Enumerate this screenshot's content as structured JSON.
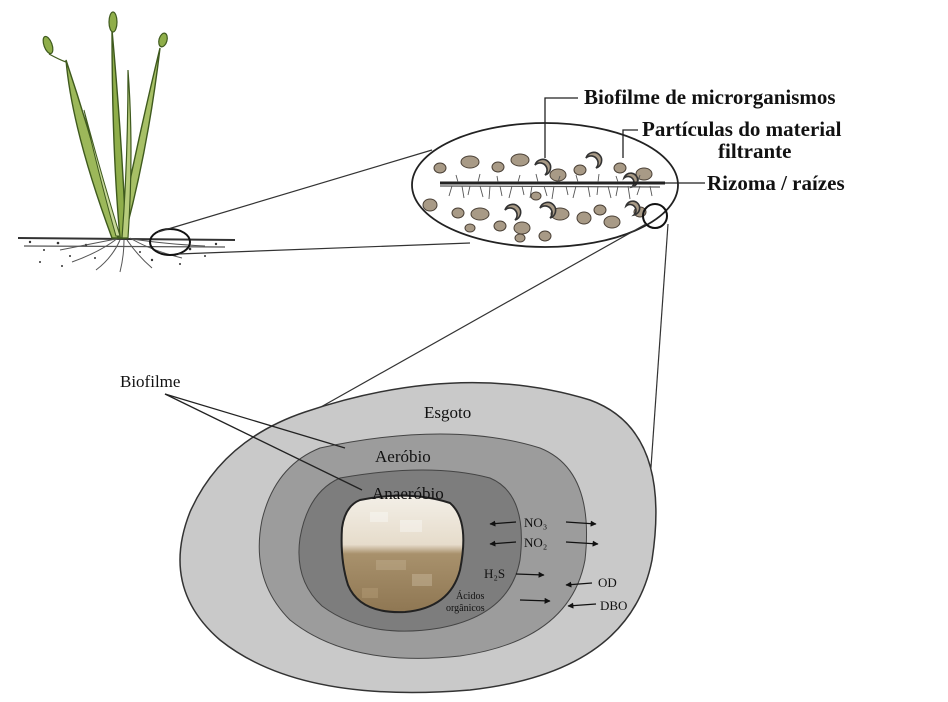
{
  "labels": {
    "biofilm_micro": "Biofilme de microrganismos",
    "particles_line1": "Partículas do material",
    "particles_line2": "filtrante",
    "rhizome": "Rizoma / raízes",
    "biofilm": "Biofilme",
    "sewage": "Esgoto",
    "aerobic": "Aeróbio",
    "anaerobic": "Anaeróbio",
    "no3": "NO₃",
    "no2": "NO₂",
    "h2s": "H₂S",
    "od": "OD",
    "acids_line1": "Ácidos",
    "acids_line2": "orgânicos",
    "dbo": "DBO"
  },
  "colors": {
    "sewage_zone": "#c9c9c9",
    "aerobic_zone": "#9c9c9c",
    "anaerobic_zone": "#7d7d7d",
    "particle": "#a89a86",
    "plant_green": "#8fae4a",
    "plant_dark": "#3f5a1e"
  }
}
